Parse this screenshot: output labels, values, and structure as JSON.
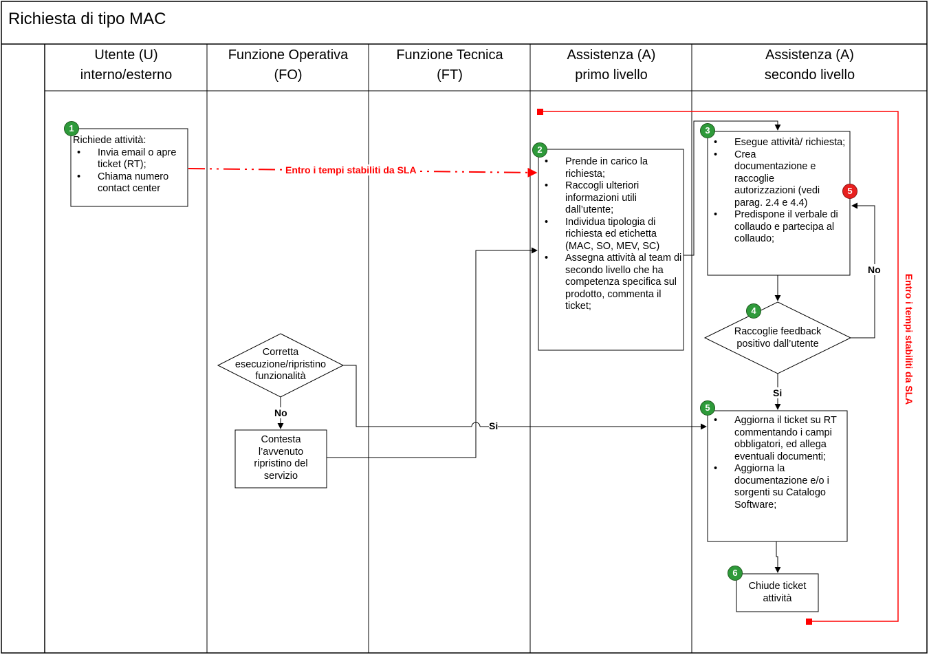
{
  "title": "Richiesta di tipo MAC",
  "colors": {
    "sla_red": "#ff0000",
    "step_green": "#2e9a3a",
    "step_alert_red": "#e8201f"
  },
  "lanes": [
    {
      "line1": "Utente (U)",
      "line2": "interno/esterno"
    },
    {
      "line1": "Funzione Operativa",
      "line2": "(FO)"
    },
    {
      "line1": "Funzione Tecnica",
      "line2": "(FT)"
    },
    {
      "line1": "Assistenza (A)",
      "line2": "primo livello"
    },
    {
      "line1": "Assistenza (A)",
      "line2": "secondo livello"
    }
  ],
  "steps": {
    "s1": {
      "badge": "1",
      "heading": "Richiede attività:",
      "items": [
        "Invia email o apre ticket (RT);",
        "Chiama numero contact center"
      ]
    },
    "s2": {
      "badge": "2",
      "items": [
        "Prende in carico la richiesta;",
        "Raccogli ulteriori informazioni utili dall’utente;",
        "Individua tipologia di richiesta ed etichetta (MAC, SO, MEV, SC)",
        "Assegna attività al team di secondo livello che ha competenza specifica sul prodotto, commenta il ticket;"
      ]
    },
    "s3": {
      "badge": "3",
      "items": [
        "Esegue attività/ richiesta;",
        "Crea documentazione e raccoglie autorizzazioni (vedi parag. 2.4 e 4.4)",
        "Predispone il verbale di collaudo e partecipa al collaudo;"
      ]
    },
    "s4": {
      "badge": "4",
      "text": "Raccoglie feedback positivo dall’utente"
    },
    "s5": {
      "badge": "5",
      "items": [
        "Aggiorna il ticket su RT commentando i campi obbligatori, ed allega eventuali documenti;",
        "Aggiorna la documentazione e/o i sorgenti su Catalogo Software;"
      ]
    },
    "s5_alert": {
      "badge": "5"
    },
    "s6": {
      "badge": "6",
      "text": "Chiude ticket attività"
    },
    "fo_decision": {
      "text": "Corretta esecuzione/ripristino funzionalità"
    },
    "fo_contest": {
      "text": "Contesta l’avvenuto ripristino del servizio"
    }
  },
  "labels": {
    "sla_horizontal": "Entro i tempi stabiliti da SLA",
    "sla_vertical": "Entro i tempi stabiliti da SLA",
    "no_fo": "No",
    "si_fo": "Si",
    "no_a2": "No",
    "si_a2": "Si"
  }
}
